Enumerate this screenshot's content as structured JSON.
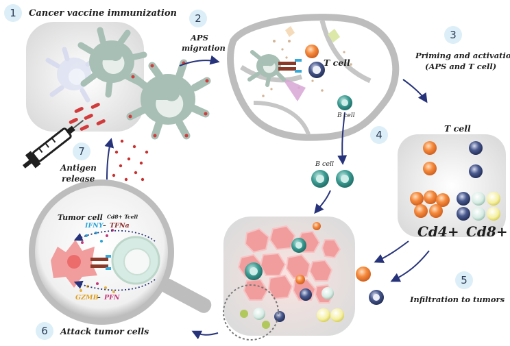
{
  "steps": [
    {
      "num": "1",
      "label": "Cancer vaccine immunization"
    },
    {
      "num": "2",
      "label_lines": [
        "APS",
        "migration"
      ]
    },
    {
      "num": "3",
      "label_lines": [
        "Priming and activation",
        "(APS and T cell)"
      ]
    },
    {
      "num": "4"
    },
    {
      "num": "5",
      "label": "Infiltration to tumors"
    },
    {
      "num": "6",
      "label": "Attack tumor cells"
    },
    {
      "num": "7",
      "label_lines": [
        "Antigen",
        "release"
      ]
    }
  ],
  "cells": {
    "t_cell": "T cell",
    "b_cell_small": "B cell",
    "b_cell_mid": "B cell",
    "t_cell_panel_title": "T cell",
    "cd4": "Cd4+",
    "cd8": "Cd8+"
  },
  "magnifier": {
    "tumor_cell": "Tumor cell",
    "cd8_tcell": "Cd8+ Tcell",
    "ifny": "IFNY",
    "tfna": "TFNa",
    "gzmb": "GZMB",
    "pfn": "PFN"
  },
  "colors": {
    "apc": "#a7bfb4",
    "apc_dark": "#7e978c",
    "t_orange": "#ee7b35",
    "t_navy": "#2f3f6b",
    "b_teal": "#2f8f86",
    "tumor": "#f29d9d",
    "arrow": "#26337a",
    "antigen": "#d23b3b",
    "number_bg": "#dceef7"
  }
}
